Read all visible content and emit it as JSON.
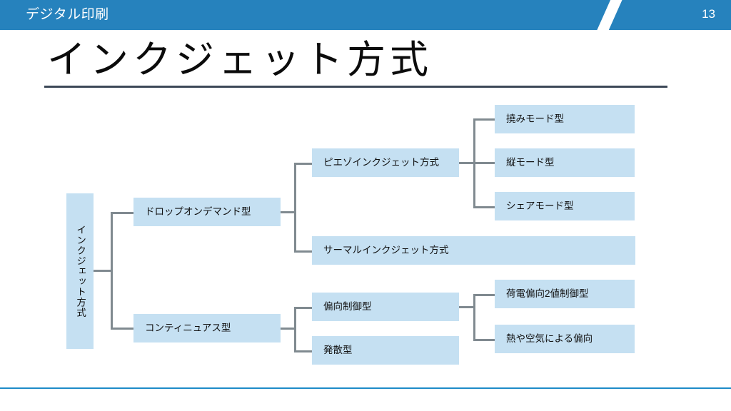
{
  "header": {
    "title": "デジタル印刷",
    "page_number": "13",
    "band_color": "#2682bd",
    "slash_icon": "diagonal-slash-icon"
  },
  "title": {
    "text": "インクジェット方式",
    "rule_color": "#3c4858"
  },
  "footer": {
    "rule_color": "#1e8bc8"
  },
  "theme": {
    "node_fill": "#c5e0f2",
    "connector_color": "#808a90",
    "text_color": "#111111"
  },
  "diagram": {
    "type": "tree",
    "root": {
      "label": "インクジェット方式",
      "orientation": "vertical"
    },
    "level2": [
      {
        "label": "ドロップオンデマンド型"
      },
      {
        "label": "コンティニュアス型"
      }
    ],
    "level3": [
      {
        "label": "ピエゾインクジェット方式"
      },
      {
        "label": "サーマルインクジェット方式"
      },
      {
        "label": "偏向制御型"
      },
      {
        "label": "発散型"
      }
    ],
    "level4": [
      {
        "label": "撓みモード型"
      },
      {
        "label": "縦モード型"
      },
      {
        "label": "シェアモード型"
      },
      {
        "label": "荷電偏向2値制御型"
      },
      {
        "label": "熱や空気による偏向"
      }
    ]
  }
}
